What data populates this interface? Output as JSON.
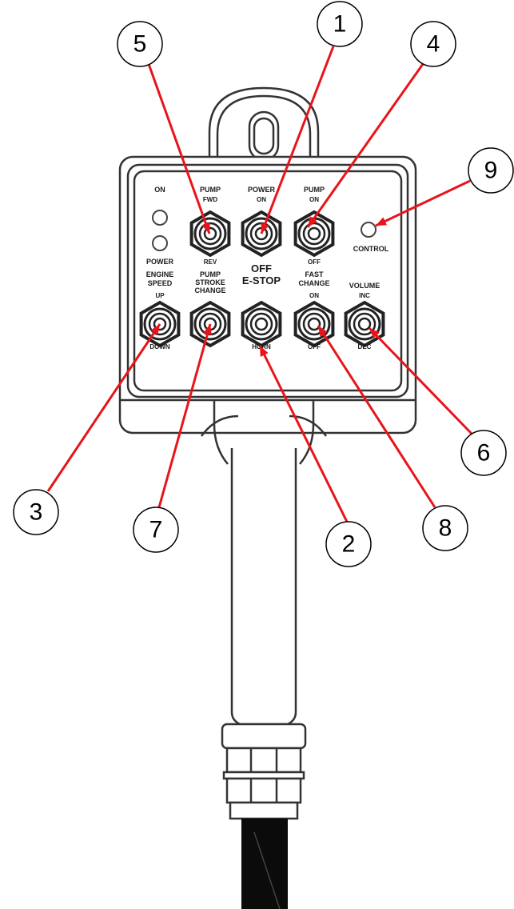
{
  "panel_labels": {
    "pump_on": "ON",
    "power": "POWER",
    "pump_fwd_rev_title": "PUMP",
    "fwd": "FWD",
    "rev": "REV",
    "power_title": "POWER",
    "power_on": "ON",
    "off": "OFF",
    "estop": "E-STOP",
    "pump_on_off_title": "PUMP",
    "pump_off": "OFF",
    "control": "CONTROL",
    "engine_speed": "ENGINE\nSPEED",
    "up": "UP",
    "down": "DOWN",
    "pump_stroke_change": "PUMP\nSTROKE\nCHANGE",
    "horn": "HORN",
    "fast_change": "FAST\nCHANGE",
    "fast_on": "ON",
    "fast_off": "OFF",
    "volume": "VOLUME",
    "inc": "INC",
    "dec": "DEC"
  },
  "callouts": [
    "1",
    "2",
    "3",
    "4",
    "5",
    "6",
    "7",
    "8",
    "9"
  ],
  "colors": {
    "leader_line": "#e8141b",
    "outline": "#333333",
    "cable": "#0b0b0b"
  }
}
